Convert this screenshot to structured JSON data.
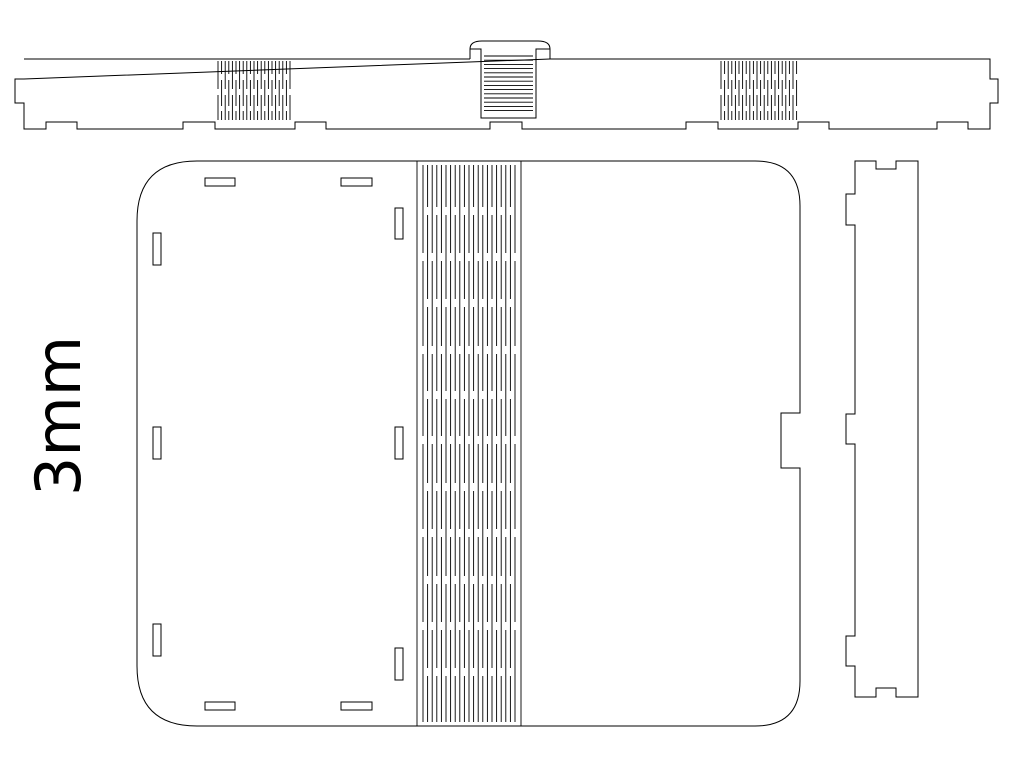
{
  "drawing": {
    "material_thickness_label": "3mm",
    "line_color": "#000000",
    "background_color": "#ffffff"
  },
  "parts": [
    {
      "name": "top-strip",
      "features": [
        "living-hinge-left",
        "latch-knob",
        "living-hinge-right",
        "finger-joints"
      ]
    },
    {
      "name": "main-panel",
      "features": [
        "rounded-corners",
        "slots",
        "living-hinge-spine",
        "edge-notch"
      ]
    },
    {
      "name": "side-strip",
      "features": [
        "finger-joints"
      ]
    }
  ]
}
